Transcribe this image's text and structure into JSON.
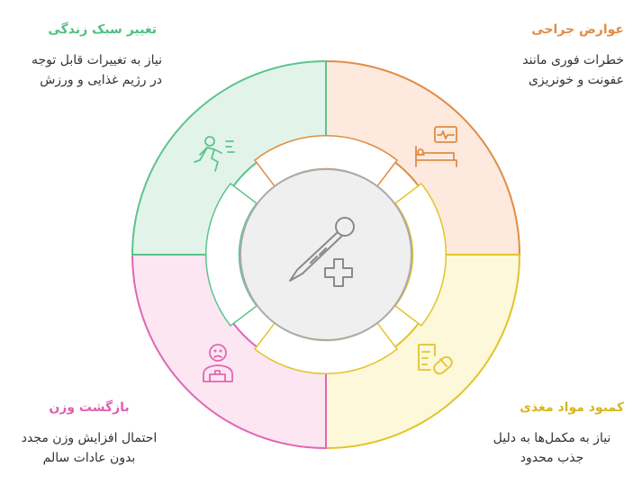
{
  "center": {
    "icon": "syringe-plus-icon"
  },
  "sections": [
    {
      "id": "surgical",
      "title": "عوارض جراحی",
      "description_line1": "خطرات فوری مانند",
      "description_line2": "عفونت و خونریزی",
      "icon": "hospital-bed-icon",
      "fill": "#fde9dd",
      "stroke": "#e08c45",
      "title_color": "#e08c45"
    },
    {
      "id": "nutrient",
      "title": "کمبود مواد مغذی",
      "description_line1": "نیاز به مکمل‌ها به دلیل",
      "description_line2": "جذب محدود",
      "icon": "supplement-pills-icon",
      "fill": "#fdf8d9",
      "stroke": "#e2c42c",
      "title_color": "#d9b51e"
    },
    {
      "id": "weight",
      "title": "بازگشت وزن",
      "description_line1": "احتمال افزایش وزن مجدد",
      "description_line2": "بدون عادات سالم",
      "icon": "person-weight-scale-icon",
      "fill": "#fce6f1",
      "stroke": "#e067b3",
      "title_color": "#df5fae"
    },
    {
      "id": "lifestyle",
      "title": "تغییر سبک زندگی",
      "description_line1": "نیاز به تغییرات قابل توجه",
      "description_line2": "در رژیم غذایی و ورزش",
      "icon": "running-person-icon",
      "fill": "#e2f4ea",
      "stroke": "#5bc48c",
      "title_color": "#4fbf83"
    }
  ]
}
